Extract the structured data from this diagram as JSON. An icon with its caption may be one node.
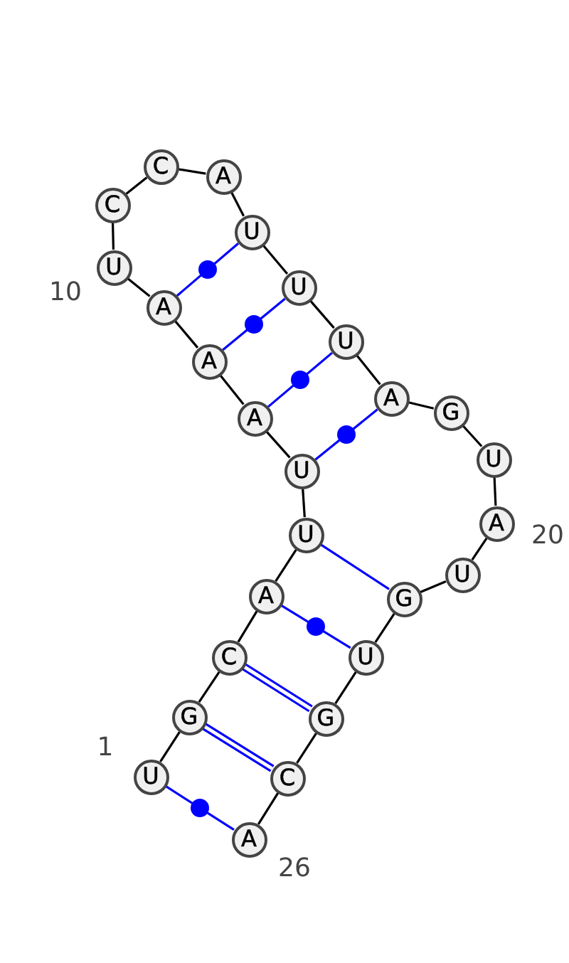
{
  "diagram": {
    "nodes": [
      {
        "text": [
          "U"
        ],
        "beside": [
          "1"
        ]
      },
      {
        "text": [
          "G"
        ]
      },
      {
        "text": [
          "C"
        ]
      },
      {
        "text": [
          "A"
        ]
      },
      {
        "text": [
          "U"
        ]
      },
      {
        "text": [
          "U"
        ]
      },
      {
        "text": [
          "A"
        ]
      },
      {
        "text": [
          "A"
        ]
      },
      {
        "text": [
          "A"
        ]
      },
      {
        "text": [
          "U"
        ],
        "beside": [
          "10"
        ]
      },
      {
        "text": [
          "C"
        ]
      },
      {
        "text": [
          "C"
        ]
      },
      {
        "text": [
          "A"
        ]
      },
      {
        "text": [
          "U"
        ]
      },
      {
        "text": [
          "U"
        ]
      },
      {
        "text": [
          "U"
        ]
      },
      {
        "text": [
          "A"
        ]
      },
      {
        "text": [
          "G"
        ]
      },
      {
        "text": [
          "U"
        ]
      },
      {
        "text": [
          "A"
        ],
        "beside": [
          "20"
        ]
      },
      {
        "text": [
          "U"
        ]
      },
      {
        "text": [
          "G"
        ]
      },
      {
        "text": [
          "U"
        ]
      },
      {
        "text": [
          "G"
        ]
      },
      {
        "text": [
          "C"
        ]
      },
      {
        "text": [
          "A"
        ],
        "beside": [
          "26"
        ]
      }
    ],
    "edges": [
      {
        "from": 0,
        "to": 1,
        "arrow": "none"
      },
      {
        "from": 1,
        "to": 2,
        "arrow": "none"
      },
      {
        "from": 2,
        "to": 3,
        "arrow": "none"
      },
      {
        "from": 3,
        "to": 4,
        "arrow": "none"
      },
      {
        "from": 4,
        "to": 5,
        "arrow": "none"
      },
      {
        "from": 5,
        "to": 6,
        "arrow": "none"
      },
      {
        "from": 6,
        "to": 7,
        "arrow": "none"
      },
      {
        "from": 7,
        "to": 8,
        "arrow": "none"
      },
      {
        "from": 8,
        "to": 9,
        "arrow": "none"
      },
      {
        "from": 9,
        "to": 10,
        "arrow": "none"
      },
      {
        "from": 10,
        "to": 11,
        "arrow": "none"
      },
      {
        "from": 11,
        "to": 12,
        "arrow": "none"
      },
      {
        "from": 12,
        "to": 13,
        "arrow": "none"
      },
      {
        "from": 13,
        "to": 14,
        "arrow": "none"
      },
      {
        "from": 14,
        "to": 15,
        "arrow": "none"
      },
      {
        "from": 15,
        "to": 16,
        "arrow": "none"
      },
      {
        "from": 16,
        "to": 17,
        "arrow": "none"
      },
      {
        "from": 17,
        "to": 18,
        "arrow": "none"
      },
      {
        "from": 18,
        "to": 19,
        "arrow": "none"
      },
      {
        "from": 19,
        "to": 20,
        "arrow": "none"
      },
      {
        "from": 20,
        "to": 21,
        "arrow": "none"
      },
      {
        "from": 21,
        "to": 22,
        "arrow": "none"
      },
      {
        "from": 22,
        "to": 23,
        "arrow": "none"
      },
      {
        "from": 23,
        "to": 24,
        "arrow": "none"
      },
      {
        "from": 24,
        "to": 25,
        "arrow": "none"
      },
      {
        "from": 0,
        "to": 25,
        "arrow": "none",
        "color": "#0000ff"
      },
      {
        "from": 1,
        "to": 24,
        "arrow": "none",
        "style": "thick",
        "color": "#0000ff"
      },
      {
        "from": 2,
        "to": 23,
        "arrow": "none",
        "style": "thick",
        "color": "#0000ff"
      },
      {
        "from": 3,
        "to": 22,
        "arrow": "none",
        "color": "#0000ff"
      },
      {
        "from": 4,
        "to": 21,
        "arrow": "none",
        "color": "#0000ff"
      },
      {
        "from": 5,
        "to": 16,
        "arrow": "none",
        "color": "#0000ff"
      },
      {
        "from": 6,
        "to": 15,
        "arrow": "none",
        "color": "#0000ff"
      },
      {
        "from": 7,
        "to": 14,
        "arrow": "none",
        "color": "#0000ff"
      },
      {
        "from": 8,
        "to": 13,
        "arrow": "none",
        "color": "#0000ff"
      }
    ]
  }
}
